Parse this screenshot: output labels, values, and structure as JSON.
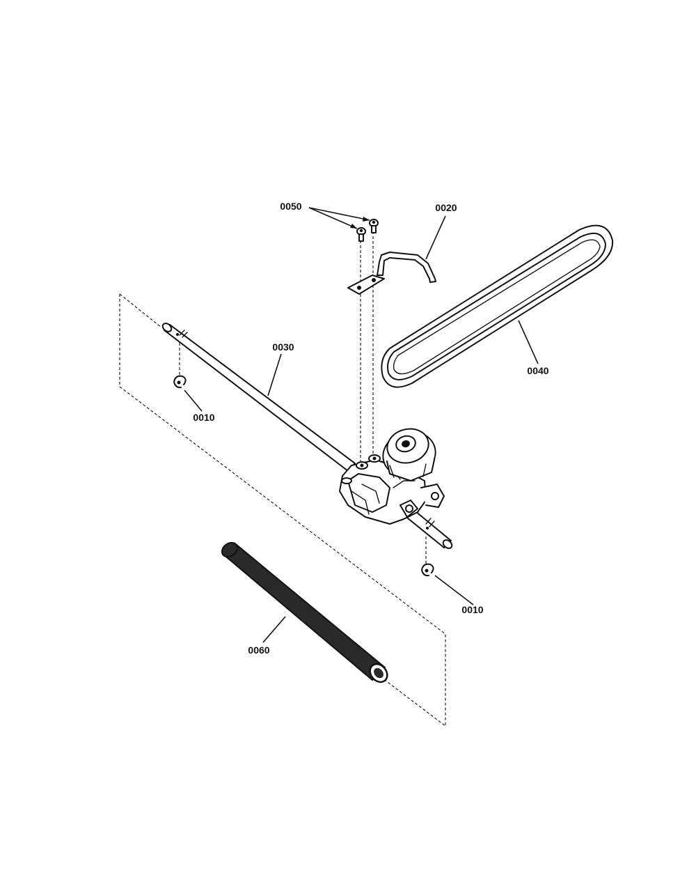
{
  "callouts": {
    "c0050": "0050",
    "c0020": "0020",
    "c0030": "0030",
    "c0040": "0040",
    "c0010_left": "0010",
    "c0010_right": "0010",
    "c0060": "0060"
  },
  "colors": {
    "line": "#111111",
    "background": "#ffffff",
    "grip": "#2a2a2a"
  }
}
